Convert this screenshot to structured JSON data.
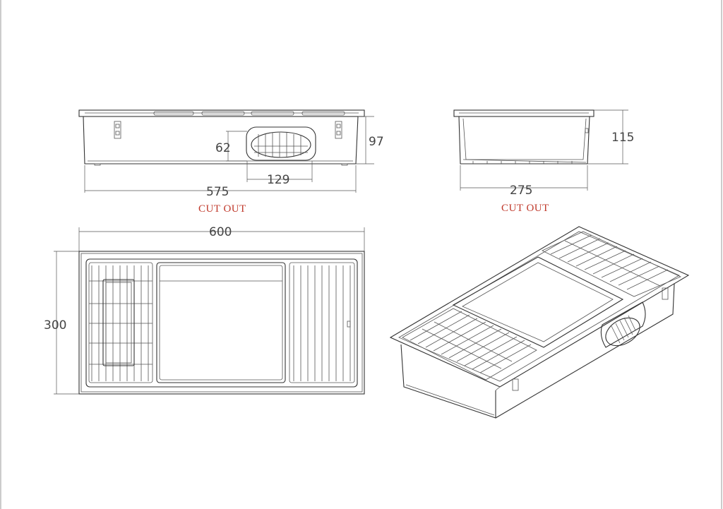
{
  "front_view": {
    "width_dim": "575",
    "height_dim": "97",
    "outlet_height_dim": "62",
    "outlet_width_dim": "129",
    "caption": "CUT OUT"
  },
  "side_view": {
    "width_dim": "275",
    "height_dim": "115",
    "caption": "CUT OUT"
  },
  "top_view": {
    "width_dim": "600",
    "height_dim": "300"
  },
  "colors": {
    "line": "#333333",
    "caption": "#c0392b"
  }
}
